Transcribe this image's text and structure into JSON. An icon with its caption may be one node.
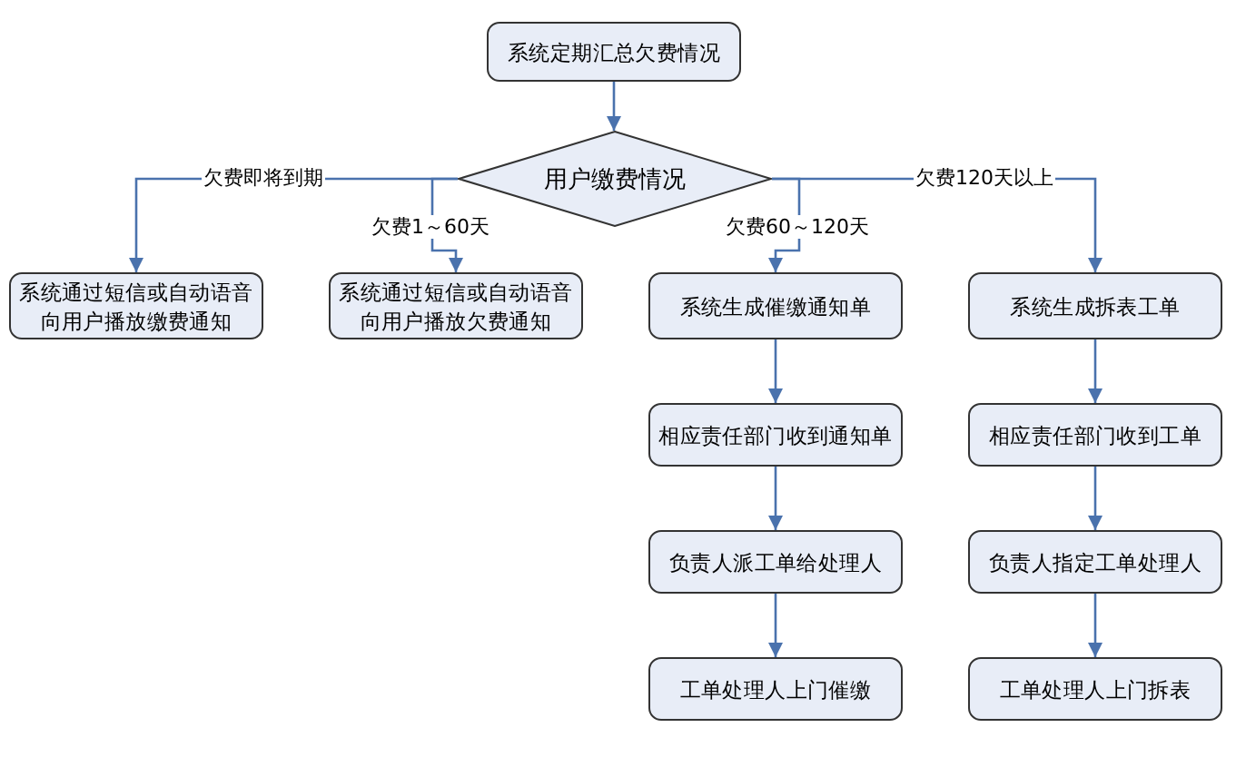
{
  "diagram": {
    "nodes": [
      {
        "text": [
          "系统定期汇总欠费情况"
        ]
      },
      {
        "text": [
          "用户缴费情况"
        ]
      },
      {
        "text": [
          "系统通过短信或自动语音向用户播放缴费通知"
        ]
      },
      {
        "text": [
          "系统通过短信或自动语音向用户播放欠费通知"
        ]
      },
      {
        "text": [
          "系统生成催缴通知单"
        ]
      },
      {
        "text": [
          "系统生成拆表工单"
        ]
      },
      {
        "text": [
          "相应责任部门收到通知单"
        ]
      },
      {
        "text": [
          "相应责任部门收到工单"
        ]
      },
      {
        "text": [
          "负责人派工单给处理人"
        ]
      },
      {
        "text": [
          "负责人指定工单处理人"
        ]
      },
      {
        "text": [
          "工单处理人上门催缴"
        ]
      },
      {
        "text": [
          "工单处理人上门拆表"
        ]
      }
    ],
    "edges": [
      {
        "from": 0,
        "to": 1,
        "arrow": "to"
      },
      {
        "from": 1,
        "to": 2,
        "arrow": "to",
        "label": "欠费即将到期"
      },
      {
        "from": 1,
        "to": 3,
        "arrow": "to",
        "label": "欠费1～60天"
      },
      {
        "from": 1,
        "to": 4,
        "arrow": "to",
        "label": "欠费60～120天"
      },
      {
        "from": 1,
        "to": 5,
        "arrow": "to",
        "label": "欠费120天以上"
      },
      {
        "from": 4,
        "to": 6,
        "arrow": "to"
      },
      {
        "from": 6,
        "to": 8,
        "arrow": "to"
      },
      {
        "from": 8,
        "to": 10,
        "arrow": "to"
      },
      {
        "from": 5,
        "to": 7,
        "arrow": "to"
      },
      {
        "from": 7,
        "to": 9,
        "arrow": "to"
      },
      {
        "from": 9,
        "to": 11,
        "arrow": "to"
      }
    ]
  }
}
